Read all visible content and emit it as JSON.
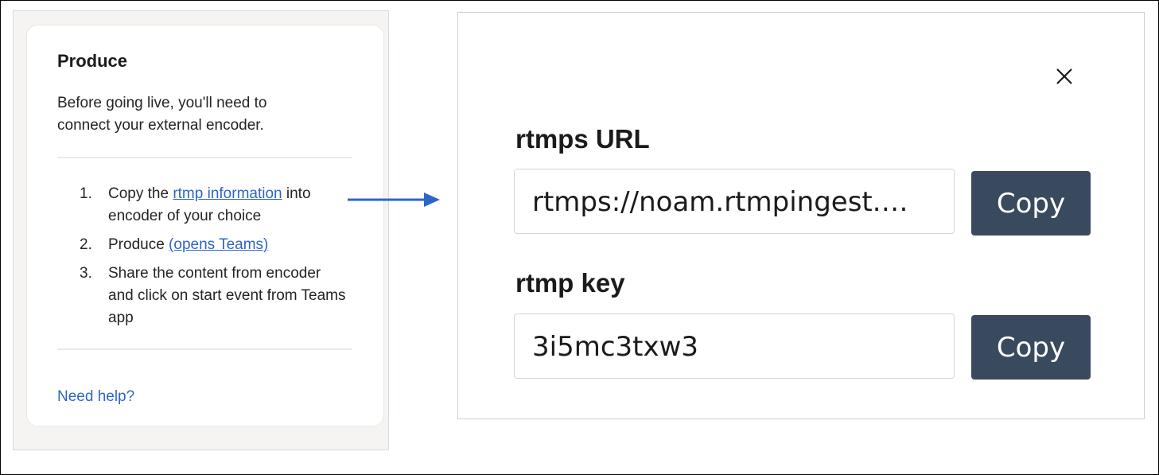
{
  "left": {
    "title": "Produce",
    "description": "Before going live, you'll need to connect your external encoder.",
    "steps": [
      {
        "num": "1.",
        "pre": "Copy the ",
        "link": "rtmp information",
        "post": " into encoder of your choice"
      },
      {
        "num": "2.",
        "pre": "Produce ",
        "link": "(opens Teams)",
        "post": ""
      },
      {
        "num": "3.",
        "pre": "Share the content from encoder and click on start event from Teams app",
        "link": "",
        "post": ""
      }
    ],
    "help_link": "Need help?"
  },
  "right": {
    "close_icon": "close-icon",
    "url_label": "rtmps URL",
    "url_value": "rtmps://noam.rtmpingest.…",
    "key_label": "rtmp key",
    "key_value": "3i5mc3txw3",
    "copy_label": "Copy"
  },
  "colors": {
    "link": "#2f66c4",
    "button": "#3a4a5e",
    "arrow": "#2f66c4"
  }
}
